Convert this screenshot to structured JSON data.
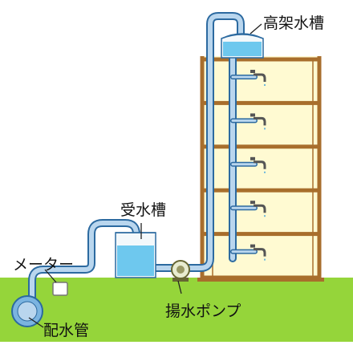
{
  "labels": {
    "elevated_tank": "高架水槽",
    "receiving_tank": "受水槽",
    "meter": "メーター",
    "pump": "揚水ポンプ",
    "main_pipe": "配水管"
  },
  "floors": 5,
  "colors": {
    "ground": "#95d53a",
    "building_frame": "#a86e2c",
    "building_fill": "#fffad2",
    "pipe_fill": "#b9d6ee",
    "pipe_edge": "#2c6aa0",
    "water": "#6ec8ee",
    "tank_wall": "#f3f8fb",
    "leader": "#222222"
  },
  "icons": {
    "faucet": "faucet-icon",
    "pump": "pump-icon",
    "meter": "water-meter-icon"
  }
}
